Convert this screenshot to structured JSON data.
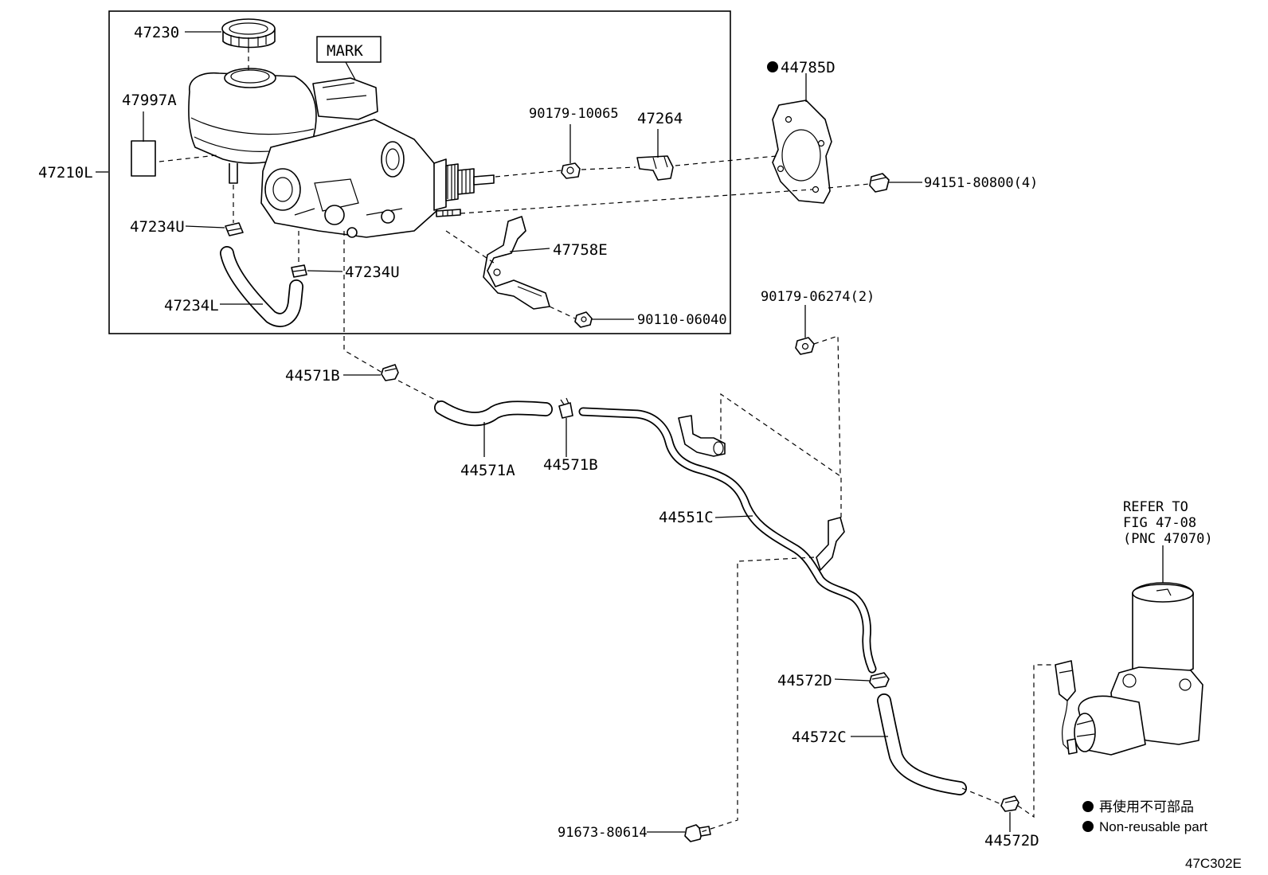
{
  "labels": {
    "p47230": "47230",
    "p47997a": "47997A",
    "p47210l": "47210L",
    "p47234u_a": "47234U",
    "p47234u_b": "47234U",
    "p47234l": "47234L",
    "mark": "MARK",
    "p90179_10065": "90179-10065",
    "p47264": "47264",
    "p44785d": "44785D",
    "p94151_80800": "94151-80800(4)",
    "p47758e": "47758E",
    "p90110_06040": "90110-06040",
    "p90179_06274": "90179-06274(2)",
    "p44571b_a": "44571B",
    "p44571a": "44571A",
    "p44571b_b": "44571B",
    "p44551c": "44551C",
    "refer1": "REFER TO",
    "refer2": "FIG 47-08",
    "refer3": "(PNC 47070)",
    "p44572d_a": "44572D",
    "p44572c": "44572C",
    "p91673_80614": "91673-80614",
    "p44572d_b": "44572D",
    "legend_jp": "再使用不可部品",
    "legend_en": "Non-reusable part",
    "code": "47C302E"
  }
}
